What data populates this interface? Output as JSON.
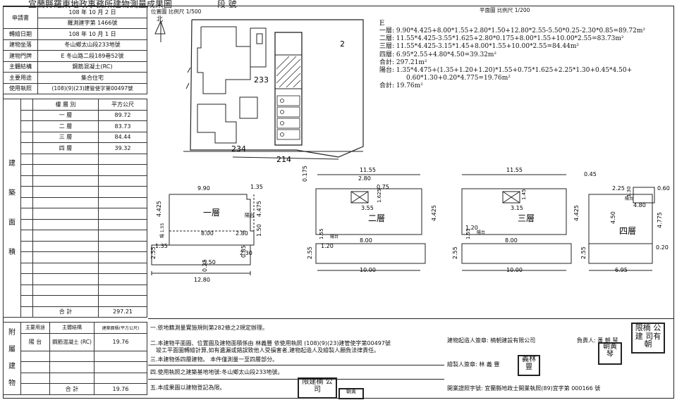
{
  "header": {
    "title_left": "宜蘭縣羅東地政事務所建物測量成果圖",
    "title_right": "段 號"
  },
  "meta": {
    "rows": [
      {
        "label": "申請書",
        "value": "108 年 10 月 2 日"
      },
      {
        "label": "",
        "value": "羅測建字第 1466號"
      },
      {
        "label": "轉繪日期",
        "value": "108 年 10 月 1 日"
      },
      {
        "label": "建物坐落",
        "value": "冬山鄉太山段233地號"
      },
      {
        "label": "建物門牌",
        "value": "E 冬山路二段189巷52號"
      },
      {
        "label": "主體結構",
        "value": "鋼筋混凝土(RC)"
      },
      {
        "label": "主要用途",
        "value": "集合住宅"
      },
      {
        "label": "使用執照",
        "value": "(108)(9)(23)建管使字第00497號"
      }
    ]
  },
  "area": {
    "side_label": [
      "建",
      "築",
      "面",
      "積"
    ],
    "col_headers": [
      "樓 層 別",
      "平方公尺"
    ],
    "floors": [
      {
        "name": "一  層",
        "value": "89.72"
      },
      {
        "name": "二  層",
        "value": "83.73"
      },
      {
        "name": "三  層",
        "value": "84.44"
      },
      {
        "name": "四  層",
        "value": "39.32"
      }
    ],
    "total_label": "合 計",
    "total_value": "297.21"
  },
  "annex": {
    "side_label": [
      "附",
      "屬",
      "建",
      "物"
    ],
    "headers": [
      "主要用途",
      "主體結構",
      "建築面積(平方公尺)"
    ],
    "row": {
      "use": "陽 台",
      "structure": "鋼筋混凝土 (RC)",
      "area": "19.76"
    },
    "total_label": "合 計",
    "total_value": "19.76"
  },
  "site_plan": {
    "label": "位置圖 比例尺 1/500",
    "north": "北",
    "parcels": {
      "main": "233",
      "road": "234",
      "south": "214",
      "east": "2"
    }
  },
  "floor_plan": {
    "label": "平面圖 比例尺 1/200",
    "unit_mark": "E"
  },
  "calculations": [
    "一層: 9.90*4.425+8.00*1.55+2.80*1.50+12.80*2.55-5.50*0.25-2.30*0.85=89.72m²",
    "二層: 11.55*4.425-3.55*1.625+2.80*0.175+8.00*1.55+10.00*2.55=83.73m²",
    "三層: 11.55*4.425-3.15*1.45+8.00*1.55+10.00*2.55=84.44m²",
    "四層: 6.95*2.55+4.80*4.50=39.32m²",
    "合計: 297.21m²",
    "陽台: 1.35*4.475+(1.35+1.20+1.20)*1.55+0.75*1.625+2.25*1.30+0.45*4.50+",
    "0.60*1.30+0.20*4.775=19.76m²",
    "合計: 19.76m²"
  ],
  "floors_drawing": {
    "f1": {
      "name": "一層",
      "w1": "9.90",
      "dh": "4.425",
      "d1": "1.35",
      "d2": "4.475",
      "d3": "8.00",
      "d4": "2.80",
      "d5": "1.50",
      "d6": "1.35",
      "d7": "5.50",
      "d8": "0.85",
      "d9": "2.30",
      "d10": "2.55",
      "d11": "0.25",
      "d12": "12.80",
      "balc": "陽台",
      "balc2": "陽 1.55"
    },
    "f2": {
      "name": "二層",
      "w1": "11.55",
      "d1": "2.80",
      "d2": "0.75",
      "d3": "1.625",
      "d4": "3.55",
      "d5": "4.425",
      "d6": "0.175",
      "d7": "8.00",
      "d8": "1.20",
      "d9": "1.55",
      "d10": "2.55",
      "d11": "10.00",
      "balc": "陽台"
    },
    "f3": {
      "name": "三層",
      "w1": "11.55",
      "d1": "3.15",
      "d2": "1.45",
      "d3": "4.425",
      "d4": "8.00",
      "d5": "1.20",
      "d6": "1.55",
      "d7": "2.55",
      "d8": "10.00",
      "balc": "陽台"
    },
    "f4": {
      "name": "四層",
      "w1": "0.45",
      "d1": "2.25",
      "d2": "0.60",
      "d3": "1.30",
      "d4": "4.80",
      "d5": "4.50",
      "d6": "4.775",
      "d7": "0.20",
      "d8": "2.55",
      "d9": "6.95",
      "balc": "陽台"
    }
  },
  "notes": [
    "一.依地籍測量實施規則第282條之2規定辦理。",
    "二.本建物平面圖、位置圖及建物面積係由 林義豐 依使用執照 (108)(9)(23)建管使字第00497號",
    "竣工平面圖轉繪計算,如有遺漏或錯誤致他人受損害者,建物起造人及繪製人願負法律責任。",
    "三.本建物係四層建物。 本件僅測量一至四層部分。",
    "四.使用執照之建築基地地號:冬山鄉太山段233地號。",
    "五.本成果圖以建物登記為限。"
  ],
  "signatures": {
    "owner": "建物起造人簽章: 楠朝建設有限公司",
    "responsible": "負責人: 黃 朝 琴",
    "drafter": "繪製人簽章: 林 義 豐",
    "license": "開業證照字號: 宜蘭縣地政士開業執照(89)宜字第 000166 號",
    "stamp_company": "限楠 公建 司有 朝",
    "stamp_person": "朝黃 琴",
    "stamp_lin": "義林 豐",
    "stamp_bottom": "限建楠 公 司",
    "stamp_bottom2": "朝黃"
  }
}
